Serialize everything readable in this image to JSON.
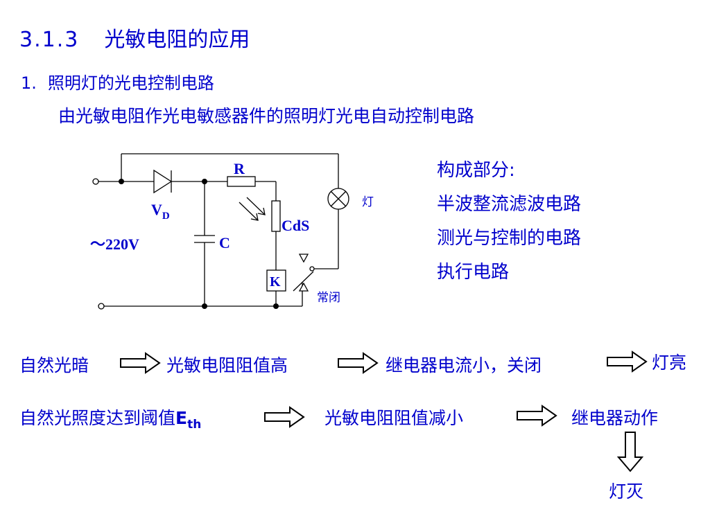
{
  "title": {
    "number": "3.1.3",
    "text": "光敏电阻的应用"
  },
  "section": {
    "number": "1.",
    "text": "照明灯的光电控制电路"
  },
  "subtitle": "由光敏电阻作光电敏感器件的照明灯光电自动控制电路",
  "circuit": {
    "r_label": "R",
    "vd_label": "V",
    "vd_sub": "D",
    "c_label": "C",
    "cds_label": "CdS",
    "k_label": "K",
    "supply_label": "～220V",
    "lamp_label": "灯",
    "switch_label": "常闭"
  },
  "parts": {
    "heading": "构成部分:",
    "items": [
      "半波整流滤波电路",
      "测光与控制的电路",
      "执行电路"
    ]
  },
  "flow1": [
    "自然光暗",
    "光敏电阻阻值高",
    "继电器电流小，关闭",
    "灯亮"
  ],
  "flow2": {
    "start": "自然光照度达到阈值",
    "symbol": "E",
    "symbol_sub": "th",
    "mid": "光敏电阻阻值减小",
    "end": "继电器动作",
    "result": "灯灭"
  },
  "colors": {
    "text": "#0000cc",
    "wire": "#000000"
  }
}
